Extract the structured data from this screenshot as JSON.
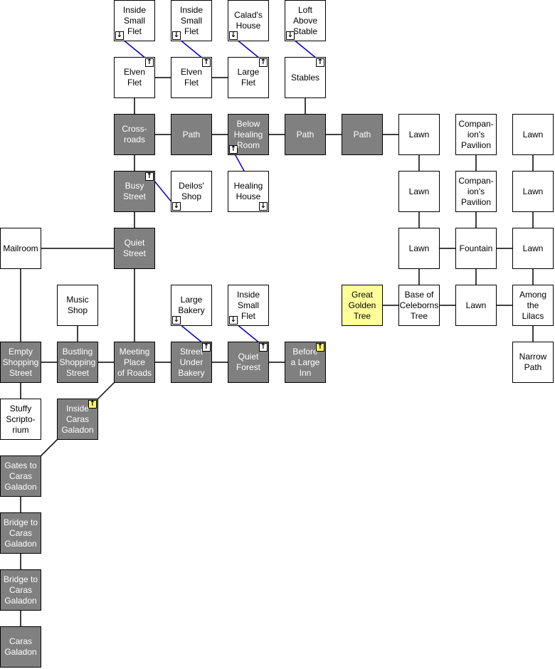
{
  "rooms": [
    {
      "id": "inside-small-flet-1",
      "label": "Inside\nSmall\nFlet",
      "shade": "white",
      "exit": {
        "dir": "down",
        "corner": "bl"
      }
    },
    {
      "id": "inside-small-flet-2",
      "label": "Inside\nSmall\nFlet",
      "shade": "white",
      "exit": {
        "dir": "down",
        "corner": "bl"
      }
    },
    {
      "id": "calads-house",
      "label": "Calad's\nHouse",
      "shade": "white",
      "exit": {
        "dir": "down",
        "corner": "bl"
      }
    },
    {
      "id": "loft-above-stable",
      "label": "Loft\nAbove\nStable",
      "shade": "white",
      "exit": {
        "dir": "down",
        "corner": "bl"
      }
    },
    {
      "id": "elven-flet-1",
      "label": "Elven\nFlet",
      "shade": "white",
      "exit": {
        "dir": "up",
        "corner": "tr"
      }
    },
    {
      "id": "elven-flet-2",
      "label": "Elven\nFlet",
      "shade": "white",
      "exit": {
        "dir": "up",
        "corner": "tr"
      }
    },
    {
      "id": "large-flet",
      "label": "Large\nFlet",
      "shade": "white",
      "exit": {
        "dir": "up",
        "corner": "tr"
      }
    },
    {
      "id": "stables",
      "label": "Stables",
      "shade": "white",
      "exit": {
        "dir": "up",
        "corner": "tr"
      }
    },
    {
      "id": "crossroads",
      "label": "Cross-\nroads",
      "shade": "dark"
    },
    {
      "id": "path-1",
      "label": "Path",
      "shade": "dark"
    },
    {
      "id": "below-healing-room",
      "label": "Below\nHealing\nRoom",
      "shade": "dark",
      "exit": {
        "dir": "up",
        "corner": "bl"
      }
    },
    {
      "id": "path-2",
      "label": "Path",
      "shade": "dark"
    },
    {
      "id": "path-3",
      "label": "Path",
      "shade": "dark"
    },
    {
      "id": "lawn-1",
      "label": "Lawn",
      "shade": "white"
    },
    {
      "id": "companions-pavilion-1",
      "label": "Compan-\nion's\nPavilion",
      "shade": "white"
    },
    {
      "id": "lawn-2",
      "label": "Lawn",
      "shade": "white"
    },
    {
      "id": "busy-street",
      "label": "Busy\nStreet",
      "shade": "dark",
      "exit": {
        "dir": "up",
        "corner": "tr"
      }
    },
    {
      "id": "deilos-shop",
      "label": "Deilos'\nShop",
      "shade": "white",
      "exit": {
        "dir": "down",
        "corner": "bl"
      }
    },
    {
      "id": "healing-house",
      "label": "Healing\nHouse",
      "shade": "white",
      "exit": {
        "dir": "down",
        "corner": "br"
      }
    },
    {
      "id": "lawn-3",
      "label": "Lawn",
      "shade": "white"
    },
    {
      "id": "companions-pavilion-2",
      "label": "Compan-\nion's\nPavilion",
      "shade": "white"
    },
    {
      "id": "lawn-4",
      "label": "Lawn",
      "shade": "white"
    },
    {
      "id": "mailroom",
      "label": "Mailroom",
      "shade": "white"
    },
    {
      "id": "quiet-street",
      "label": "Quiet\nStreet",
      "shade": "dark"
    },
    {
      "id": "lawn-5",
      "label": "Lawn",
      "shade": "white"
    },
    {
      "id": "fountain",
      "label": "Fountain",
      "shade": "white"
    },
    {
      "id": "lawn-6",
      "label": "Lawn",
      "shade": "white"
    },
    {
      "id": "music-shop",
      "label": "Music\nShop",
      "shade": "white"
    },
    {
      "id": "large-bakery",
      "label": "Large\nBakery",
      "shade": "white",
      "exit": {
        "dir": "down",
        "corner": "bl"
      }
    },
    {
      "id": "inside-small-flet-3",
      "label": "Inside\nSmall\nFlet",
      "shade": "white",
      "exit": {
        "dir": "down",
        "corner": "bl"
      }
    },
    {
      "id": "great-golden-tree",
      "label": "Great\nGolden\nTree",
      "shade": "highlight"
    },
    {
      "id": "base-of-celeborns-tree",
      "label": "Base of\nCeleborns\nTree",
      "shade": "white"
    },
    {
      "id": "lawn-7",
      "label": "Lawn",
      "shade": "white"
    },
    {
      "id": "among-the-lilacs",
      "label": "Among\nthe\nLilacs",
      "shade": "white"
    },
    {
      "id": "empty-shopping-street",
      "label": "Empty\nShopping\nStreet",
      "shade": "dark"
    },
    {
      "id": "bustling-shopping-street",
      "label": "Bustling\nShopping\nStreet",
      "shade": "dark"
    },
    {
      "id": "meeting-place-of-roads",
      "label": "Meeting\nPlace\nof Roads",
      "shade": "dark"
    },
    {
      "id": "street-under-bakery",
      "label": "Street\nUnder\nBakery",
      "shade": "dark",
      "exit": {
        "dir": "up",
        "corner": "tr"
      }
    },
    {
      "id": "quiet-forest",
      "label": "Quiet\nForest",
      "shade": "dark",
      "exit": {
        "dir": "up",
        "corner": "tr"
      }
    },
    {
      "id": "before-a-large-inn",
      "label": "Before\na Large\nInn",
      "shade": "dark",
      "exit": {
        "dir": "up",
        "corner": "tr",
        "color": "yellow"
      }
    },
    {
      "id": "narrow-path",
      "label": "Narrow\nPath",
      "shade": "white"
    },
    {
      "id": "stuffy-scriptorium",
      "label": "Stuffy\nScripto-\nrium",
      "shade": "white"
    },
    {
      "id": "inside-caras-galadon",
      "label": "Inside\nCaras\nGaladon",
      "shade": "dark",
      "exit": {
        "dir": "up",
        "corner": "tr",
        "color": "yellow"
      }
    },
    {
      "id": "gates-to-caras-galadon",
      "label": "Gates to\nCaras\nGaladon",
      "shade": "dark"
    },
    {
      "id": "bridge-to-caras-galadon-1",
      "label": "Bridge to\nCaras\nGaladon",
      "shade": "dark"
    },
    {
      "id": "bridge-to-caras-galadon-2",
      "label": "Bridge to\nCaras\nGaladon",
      "shade": "dark"
    },
    {
      "id": "caras-galadon",
      "label": "Caras\nGaladon",
      "shade": "dark"
    }
  ],
  "colors": {
    "dark_room": "#808080",
    "light_room": "#ffffff",
    "highlight_room": "#ffff99",
    "yellow_exit": "#ffff66",
    "link": "#000000",
    "vertical_exit_link": "#0000cc"
  }
}
